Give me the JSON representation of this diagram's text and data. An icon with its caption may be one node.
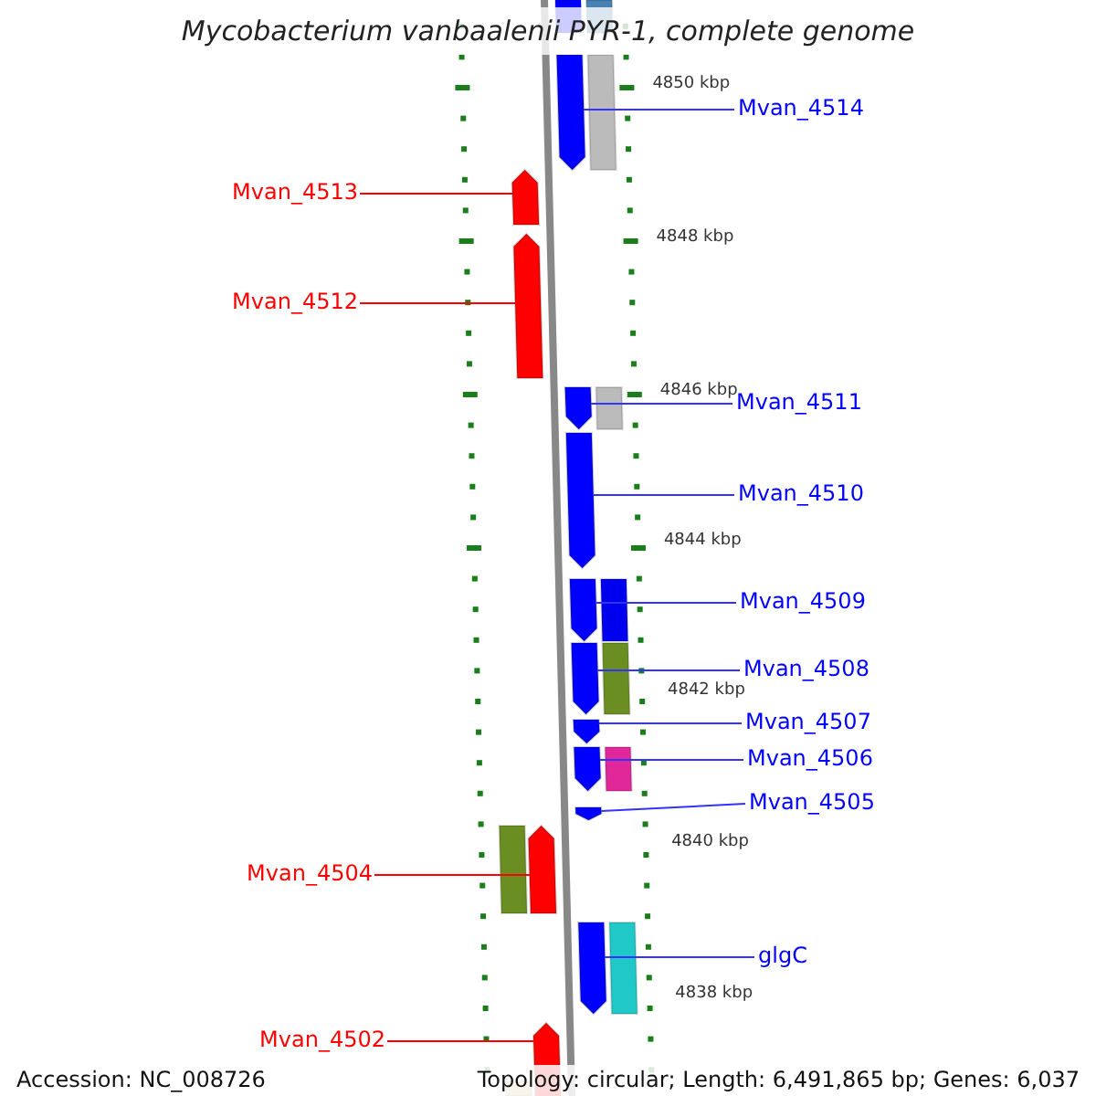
{
  "diagram": {
    "title": "Mycobacterium vanbaalenii PYR-1, complete genome",
    "nodes": [
      {
        "text": [
          "Mvan_4514"
        ]
      },
      {
        "text": [],
        "shape": "bar"
      },
      {
        "text": [
          "Mvan_4513"
        ]
      },
      {
        "text": [],
        "shape": "bar"
      },
      {
        "text": [
          "Mvan_4512"
        ]
      },
      {
        "text": [],
        "shape": "bar"
      },
      {
        "text": [
          "Mvan_4511"
        ]
      },
      {
        "text": [],
        "shape": "bar"
      },
      {
        "text": [
          "Mvan_4510"
        ]
      },
      {
        "text": [],
        "shape": "bar"
      },
      {
        "text": [
          "Mvan_4509"
        ]
      },
      {
        "text": [],
        "shape": "bar"
      },
      {
        "text": [
          "Mvan_4508"
        ]
      },
      {
        "text": [],
        "shape": "bar"
      },
      {
        "text": [
          "Mvan_4507"
        ]
      },
      {
        "text": [],
        "shape": "bar"
      },
      {
        "text": [
          "Mvan_4506"
        ]
      },
      {
        "text": [],
        "shape": "bar"
      },
      {
        "text": [
          "Mvan_4505"
        ]
      },
      {
        "text": [],
        "shape": "bar"
      },
      {
        "text": [
          "Mvan_4504"
        ]
      },
      {
        "text": [],
        "shape": "bar"
      },
      {
        "text": [
          "glgC"
        ]
      },
      {
        "text": [],
        "shape": "bar"
      },
      {
        "text": [
          "Mvan_4502"
        ]
      },
      {
        "text": [],
        "shape": "bar"
      }
    ],
    "edges": [
      {
        "from": 0,
        "to": 1,
        "arrow": "none"
      },
      {
        "from": 2,
        "to": 3,
        "arrow": "none",
        "color": "#ff0000"
      },
      {
        "from": 4,
        "to": 5,
        "arrow": "none",
        "color": "#ff0000"
      },
      {
        "from": 6,
        "to": 7,
        "arrow": "none"
      },
      {
        "from": 8,
        "to": 9,
        "arrow": "none"
      },
      {
        "from": 10,
        "to": 11,
        "arrow": "none"
      },
      {
        "from": 12,
        "to": 13,
        "arrow": "none"
      },
      {
        "from": 14,
        "to": 15,
        "arrow": "none"
      },
      {
        "from": 16,
        "to": 17,
        "arrow": "none"
      },
      {
        "from": 18,
        "to": 19,
        "arrow": "none"
      },
      {
        "from": 20,
        "to": 21,
        "arrow": "none",
        "color": "#ff0000"
      },
      {
        "from": 22,
        "to": 23,
        "arrow": "none"
      },
      {
        "from": 24,
        "to": 25,
        "arrow": "none",
        "color": "#ff0000"
      }
    ],
    "labels": [
      "4850 kbp",
      "4848 kbp",
      "4846 kbp",
      "4844 kbp",
      "4842 kbp",
      "4840 kbp",
      "4838 kbp",
      "Accession: NC_008726",
      "Topology: circular; Length: 6,491,865 bp; Genes: 6,037"
    ]
  }
}
